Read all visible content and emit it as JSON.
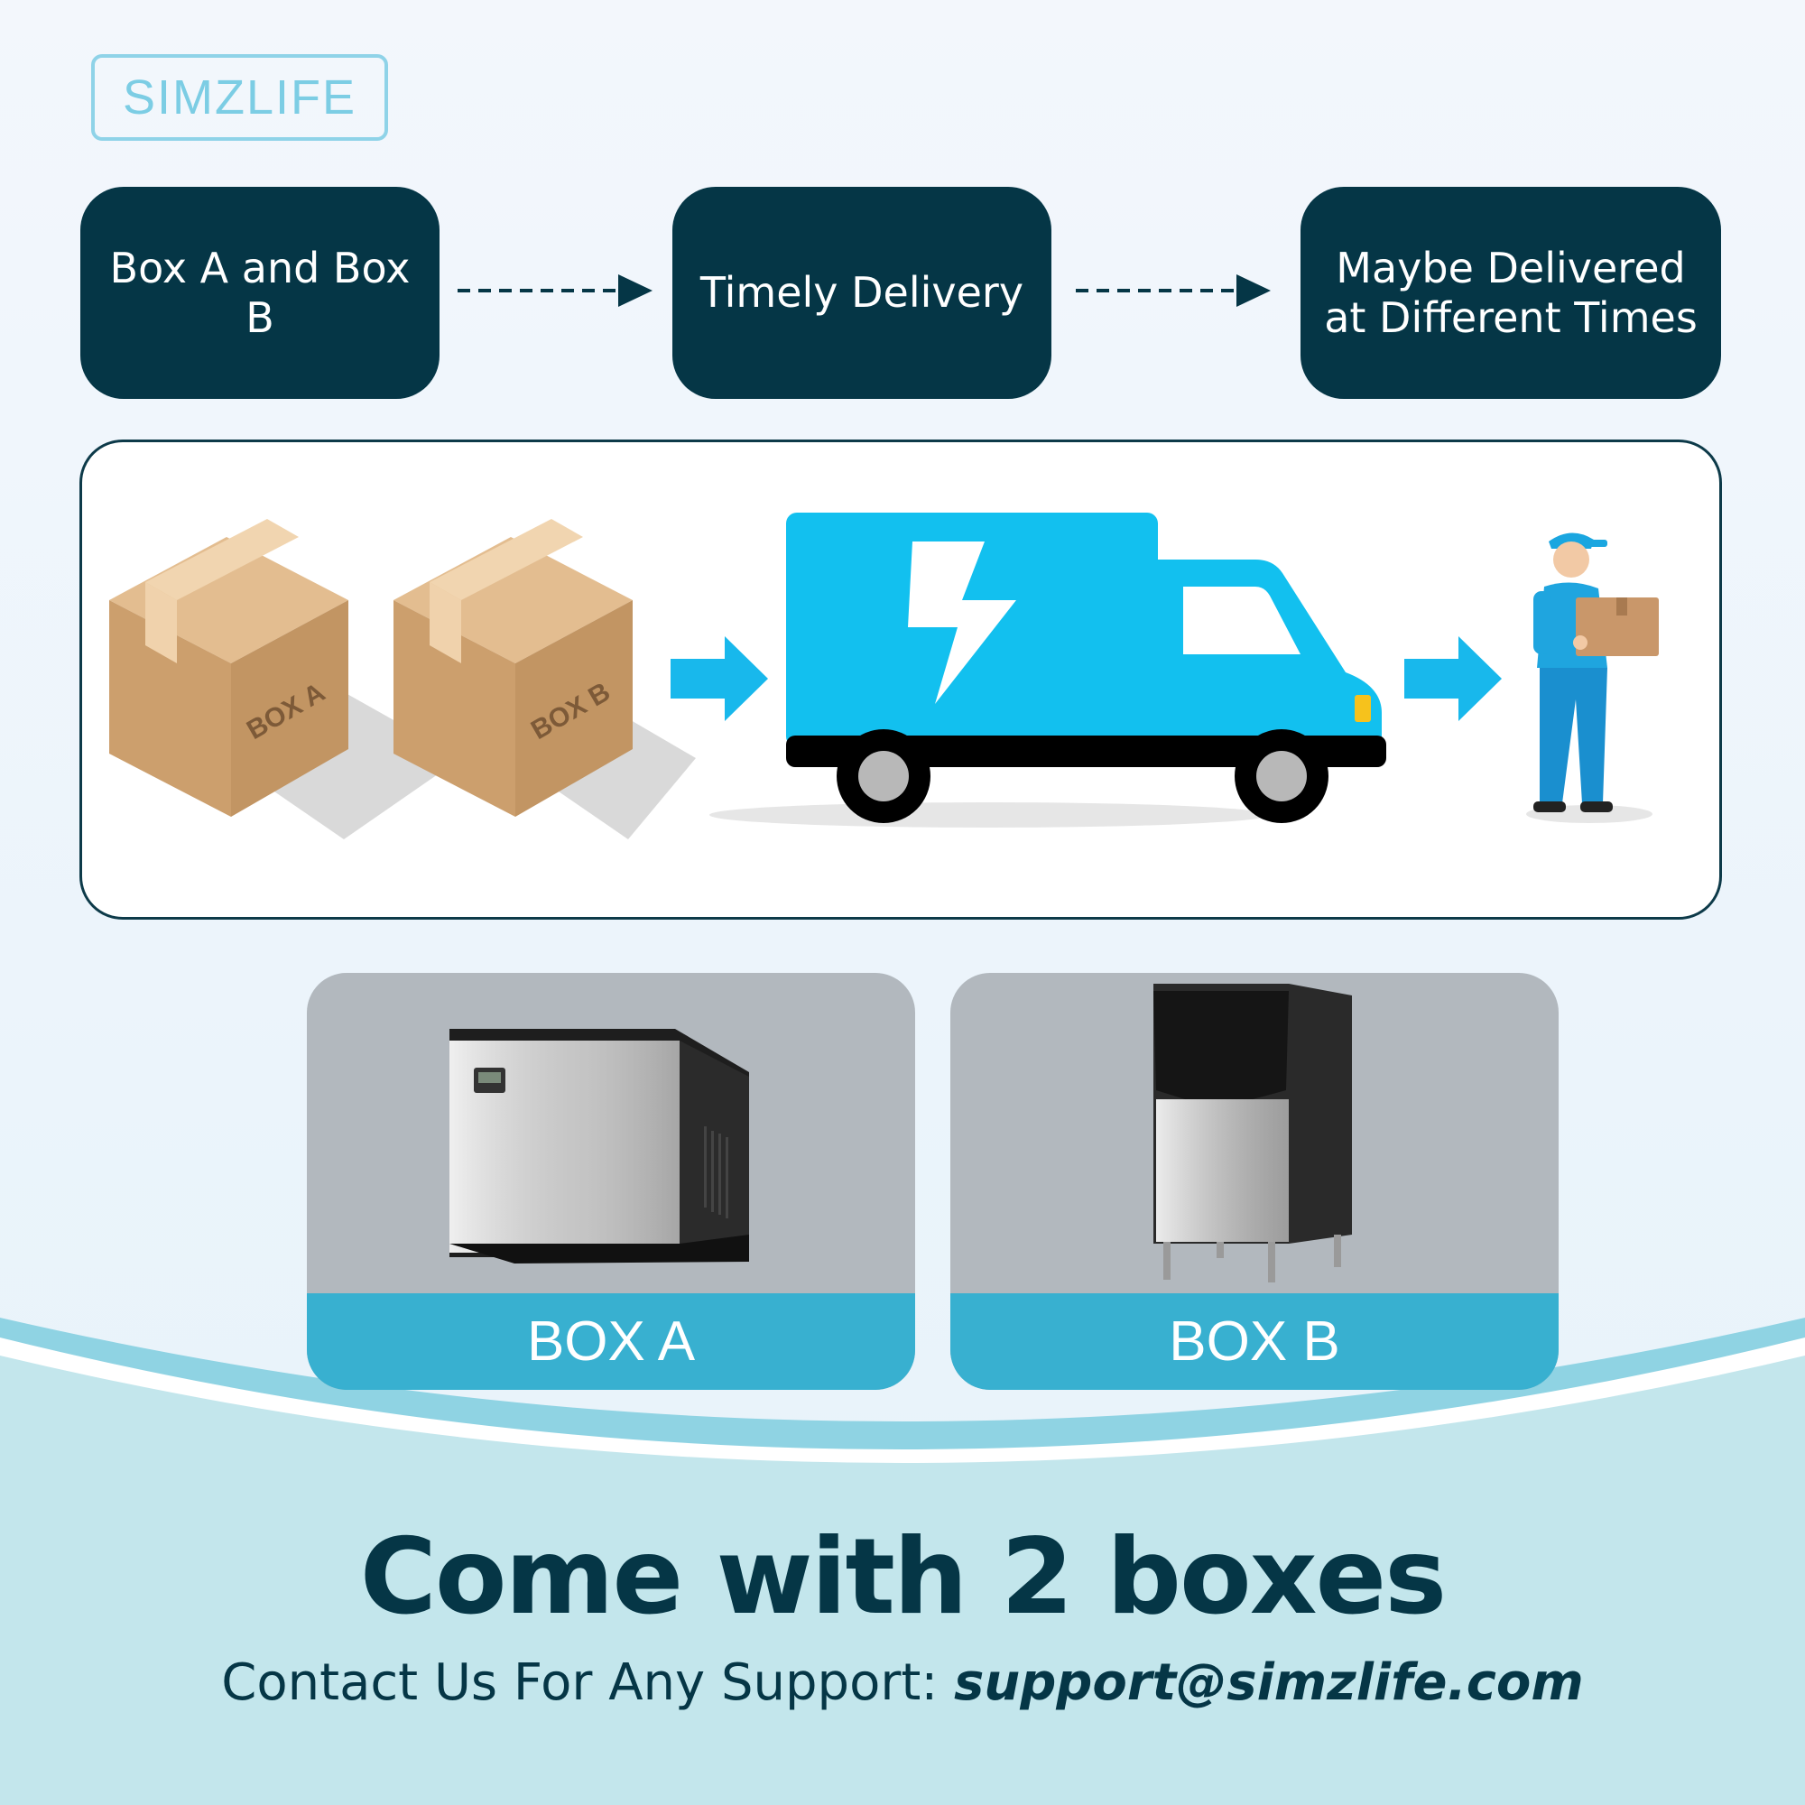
{
  "logo": {
    "text": "SIMZLIFE"
  },
  "flow": {
    "steps": [
      {
        "label": "Box A and Box B"
      },
      {
        "label": "Timely Delivery"
      },
      {
        "label": "Maybe Delivered at Different Times"
      }
    ]
  },
  "scene": {
    "box_a_label": "BOX A",
    "box_b_label": "BOX B"
  },
  "products": [
    {
      "label": "BOX A"
    },
    {
      "label": "BOX B"
    }
  ],
  "headline": "Come with 2 boxes",
  "contact": {
    "prefix": "Contact Us For Any Support: ",
    "email": "support@simzlife.com"
  },
  "colors": {
    "dark_navy": "#053646",
    "accent_blue": "#12c0ef",
    "label_blue": "#38b0d0",
    "wave": "#c3e6ec"
  }
}
